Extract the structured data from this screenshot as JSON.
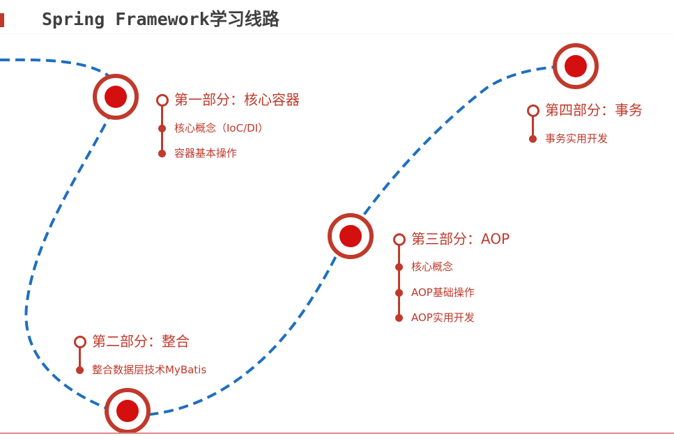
{
  "header": {
    "title": "Spring Framework学习线路"
  },
  "colors": {
    "accent": "#c0392b",
    "path": "#1f6fc0",
    "title_text": "#404040"
  },
  "sections": [
    {
      "label": "第一部分：核心容器",
      "items": [
        "核心概念（IoC/DI）",
        "容器基本操作"
      ]
    },
    {
      "label": "第二部分：整合",
      "items": [
        "整合数据层技术MyBatis"
      ]
    },
    {
      "label": "第三部分：AOP",
      "items": [
        "核心概念",
        "AOP基础操作",
        "AOP实用开发"
      ]
    },
    {
      "label": "第四部分：事务",
      "items": [
        "事务实用开发"
      ]
    }
  ],
  "icons": {
    "milestone": "target-milestone-icon",
    "section_marker": "ring-marker-icon",
    "item_marker": "bullet-dot-icon"
  }
}
